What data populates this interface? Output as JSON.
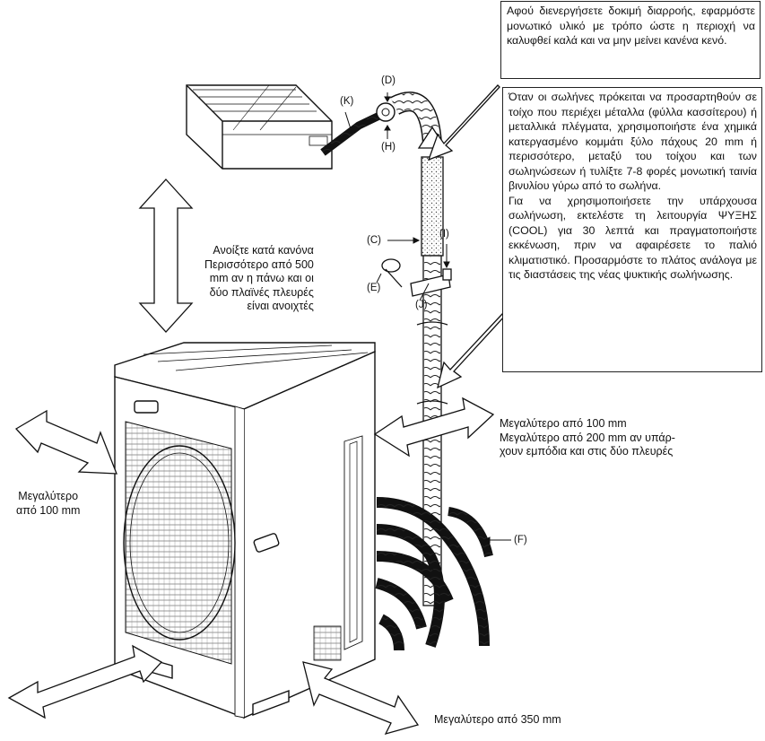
{
  "notes": {
    "insulation": "Αφού διενεργήσετε δοκιμή διαρροής, εφαρμόστε μονωτικό υλικό με τρόπο ώστε η περιοχή να καλυφθεί καλά και να μην μείνει κανένα κενό.",
    "wall_metal": "Όταν οι σωλήνες πρόκειται να προσαρτηθούν σε τοίχο που περιέχει μέταλλα (φύλλα κασσίτερου) ή μεταλλικά πλέγματα, χρησιμοποιήστε ένα χημικά κατεργασμένο κομμάτι ξύλο πάχους 20 mm ή περισσότερο, μεταξύ του τοίχου και των σωληνώσεων ή τυλίξτε 7-8 φορές μονωτική ταινία βινυλίου γύρω από το σωλήνα.",
    "existing_piping": "Για να χρησιμοποιήσετε την υπάρχουσα σωλήνωση, εκτελέστε τη λειτουργία ΨΥΞΗΣ (COOL) για 30 λεπτά και πραγματοποιήστε εκκένωση, πριν να αφαιρέσετε το παλιό κλιματιστικό. Προσαρμόστε το πλάτος ανάλογα με τις διαστάσεις της νέας ψυκτικής σωλήνωσης."
  },
  "clearances": {
    "top_1": "Ανοίξτε κατά κανόνα",
    "top_2": "Περισσότερο από 500",
    "top_3": "mm αν η πάνω και οι",
    "top_4": "δύο πλαϊνές πλευρές",
    "top_5": "είναι ανοιχτές",
    "right_1": "Μεγαλύτερο από 100 mm",
    "right_2": "Μεγαλύτερο από 200 mm αν υπάρ-",
    "right_3": "χουν εμπόδια και στις δύο πλευρές",
    "left_1": "Μεγαλύτερο",
    "left_2": "από 100 mm",
    "front": "Μεγαλύτερο από 350 mm"
  },
  "callouts": {
    "C": "(C)",
    "D": "(D)",
    "E": "(E)",
    "F": "(F)",
    "H": "(H)",
    "I": "(I)",
    "J": "(J)",
    "K": "(K)"
  }
}
